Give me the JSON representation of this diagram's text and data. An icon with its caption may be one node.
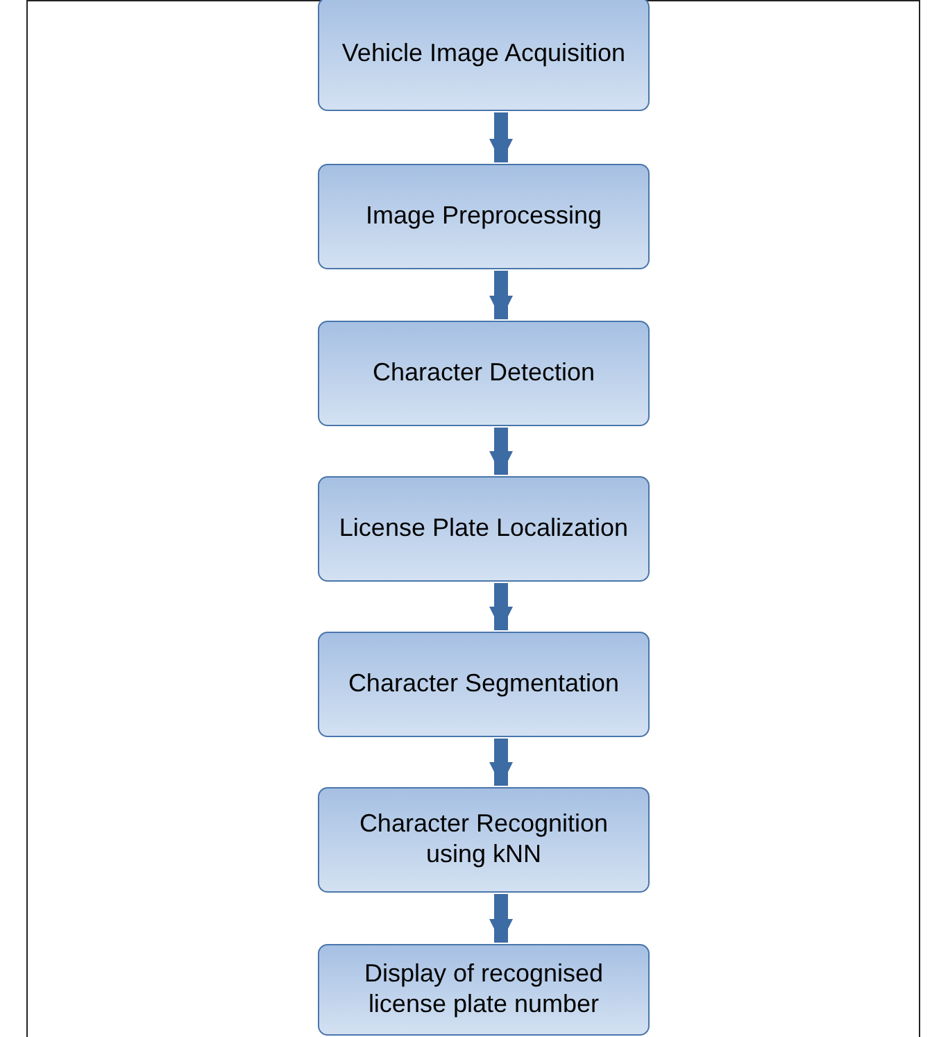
{
  "diagram": {
    "nodes": [
      {
        "text": [
          "Vehicle Image Acquisition"
        ]
      },
      {
        "text": [
          "Image Preprocessing"
        ]
      },
      {
        "text": [
          "Character Detection"
        ]
      },
      {
        "text": [
          "License Plate Localization"
        ]
      },
      {
        "text": [
          "Character Segmentation"
        ]
      },
      {
        "text": [
          "Character Recognition using kNN"
        ]
      },
      {
        "text": [
          "Display of recognised license plate number"
        ]
      }
    ],
    "edges": [
      {
        "from": 0,
        "to": 1,
        "arrow": "to"
      },
      {
        "from": 1,
        "to": 2,
        "arrow": "to"
      },
      {
        "from": 2,
        "to": 3,
        "arrow": "to"
      },
      {
        "from": 3,
        "to": 4,
        "arrow": "to"
      },
      {
        "from": 4,
        "to": 5,
        "arrow": "to"
      },
      {
        "from": 5,
        "to": 6,
        "arrow": "to"
      }
    ]
  }
}
